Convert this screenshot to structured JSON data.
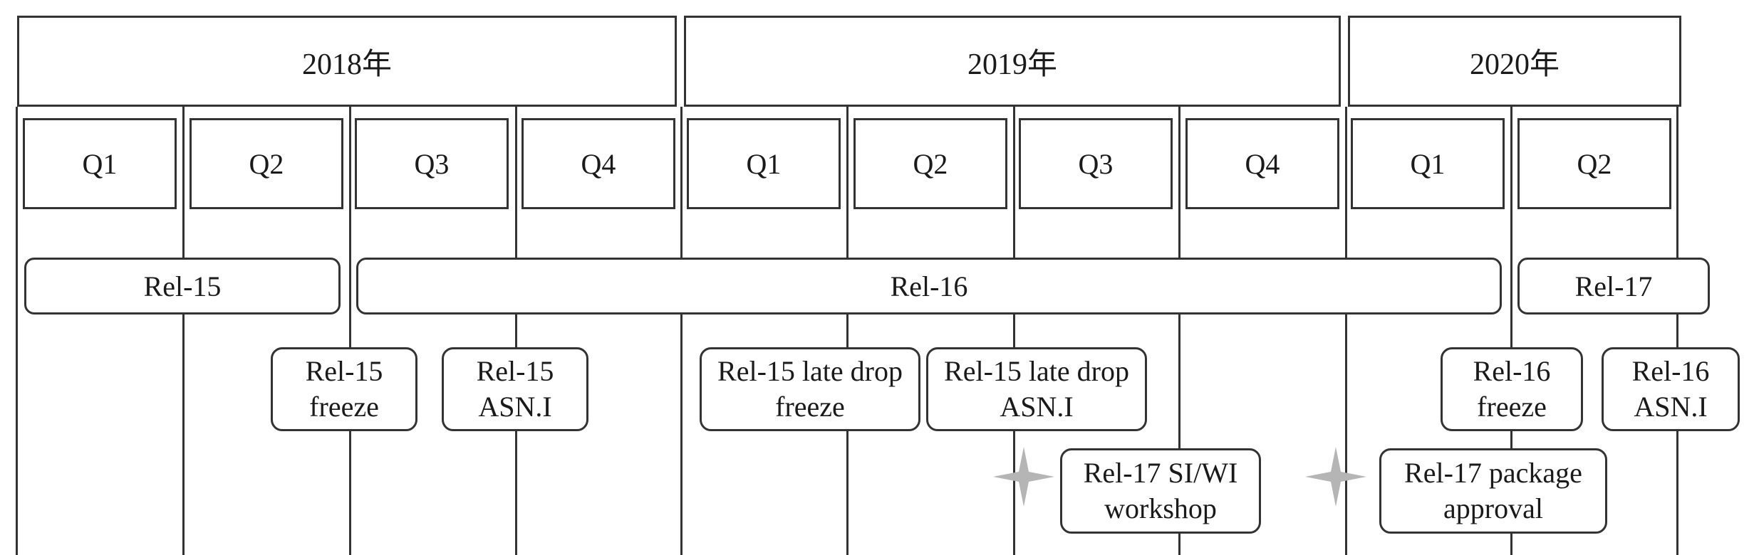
{
  "years": [
    {
      "label": "2018年"
    },
    {
      "label": "2019年"
    },
    {
      "label": "2020年"
    }
  ],
  "quarters": [
    "Q1",
    "Q2",
    "Q3",
    "Q4",
    "Q1",
    "Q2",
    "Q3",
    "Q4",
    "Q1",
    "Q2"
  ],
  "releases": [
    {
      "label": "Rel-15"
    },
    {
      "label": "Rel-16"
    },
    {
      "label": "Rel-17"
    }
  ],
  "milestones": [
    {
      "label": "Rel-15\nfreeze"
    },
    {
      "label": "Rel-15\nASN.I"
    },
    {
      "label": "Rel-15 late drop\nfreeze"
    },
    {
      "label": "Rel-15 late drop\nASN.I"
    },
    {
      "label": "Rel-17 SI/WI\nworkshop"
    },
    {
      "label": "Rel-16\nfreeze"
    },
    {
      "label": "Rel-16\nASN.I"
    },
    {
      "label": "Rel-17 package\napproval"
    }
  ],
  "colors": {
    "line": "#333333",
    "star": "#b5b5b5"
  }
}
